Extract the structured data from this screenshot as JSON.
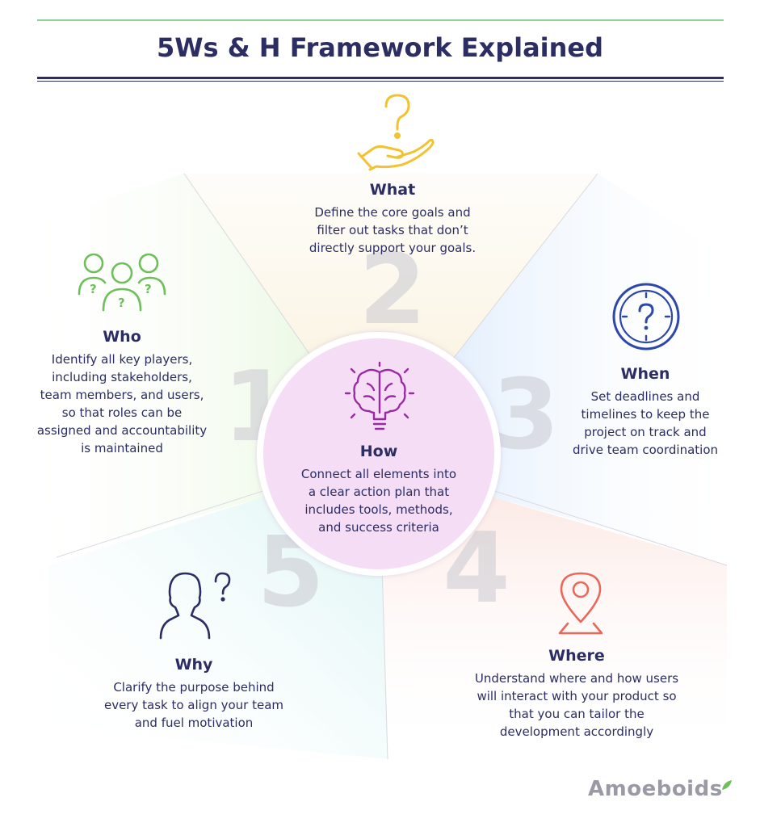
{
  "title": "5Ws & H Framework Explained",
  "sections": {
    "what": {
      "title": "What",
      "number": "2",
      "lines": [
        "Define the core goals and",
        "filter out tasks that don’t",
        "directly support your goals."
      ]
    },
    "who": {
      "title": "Who",
      "number": "1",
      "lines": [
        "Identify all key players,",
        "including stakeholders,",
        "team members, and users,",
        "so that roles can be",
        "assigned and accountability",
        "is maintained"
      ]
    },
    "when": {
      "title": "When",
      "number": "3",
      "lines": [
        "Set deadlines and",
        "timelines to keep the",
        "project on track and",
        "drive team coordination"
      ]
    },
    "how": {
      "title": "How",
      "lines": [
        "Connect all elements into",
        "a clear action plan that",
        "includes tools, methods,",
        "and success criteria"
      ]
    },
    "where": {
      "title": "Where",
      "number": "4",
      "lines": [
        "Understand where and how users",
        "will interact with your product so",
        "that you can tailor the",
        "development accordingly"
      ]
    },
    "why": {
      "title": "Why",
      "number": "5",
      "lines": [
        "Clarify the purpose behind",
        "every task to align your team",
        "and fuel motivation"
      ]
    }
  },
  "icons": {
    "what": "question-hand-icon",
    "who": "people-question-icon",
    "when": "clock-question-icon",
    "how": "brain-bulb-icon",
    "where": "location-pin-icon",
    "why": "person-question-icon"
  },
  "colors": {
    "title": "#2b2d63",
    "what": "#f2c230",
    "who": "#6dbf5a",
    "when": "#2d48a8",
    "how": "#9a2aa3",
    "where": "#e8685a",
    "why": "#2b2d63"
  },
  "logo": "Amoeboids"
}
